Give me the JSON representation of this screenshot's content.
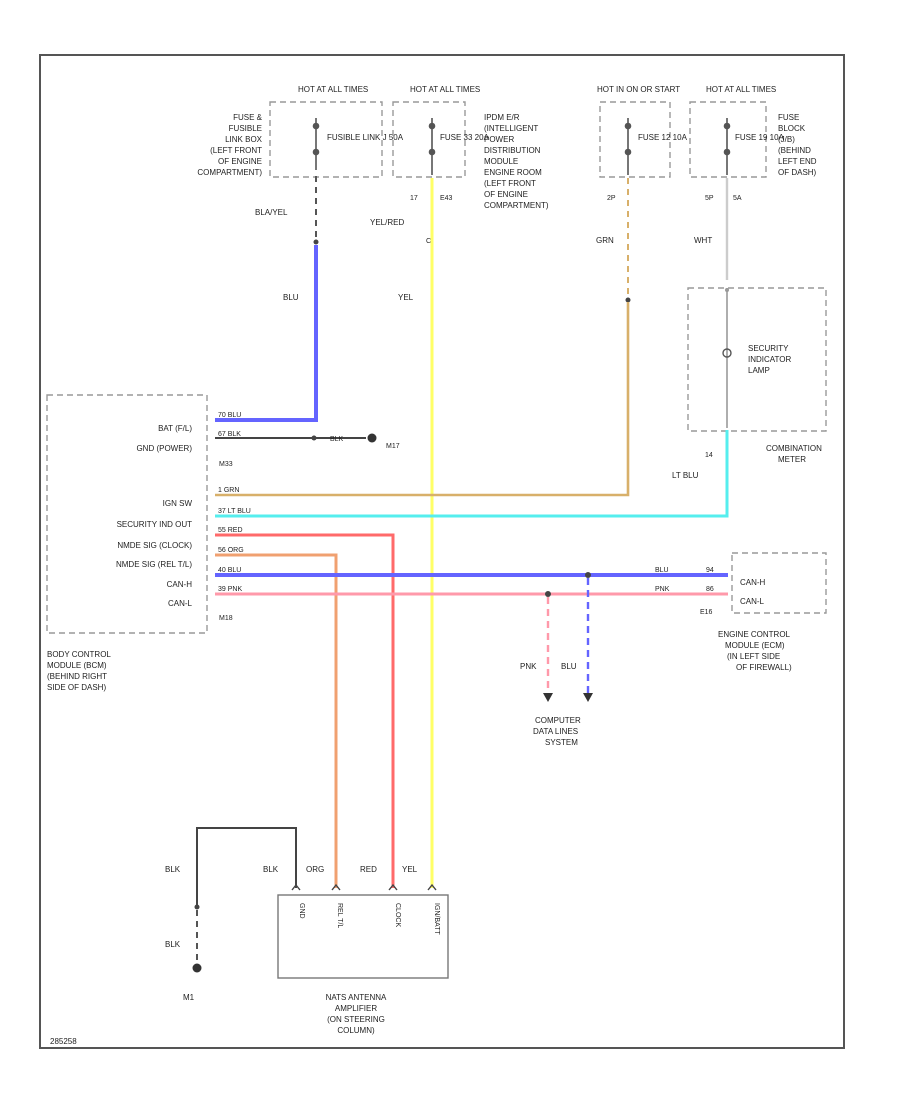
{
  "diagram_id": "285258",
  "colors": {
    "frame": "#555555",
    "blu": "#6464ff",
    "yel": "#ffff66",
    "grn": "#d8b06a",
    "lt_blu": "#55eeee",
    "red": "#ff6a6a",
    "org": "#f0a070",
    "pnk": "#ff99aa",
    "blk": "#444444",
    "wht": "#cccccc"
  },
  "power_sources": [
    {
      "header": "HOT AT ALL TIMES",
      "fuse": "FUSIBLE LINK J 50A"
    },
    {
      "header": "HOT AT ALL TIMES",
      "fuse": "FUSE 33 20A"
    },
    {
      "header": "HOT IN ON OR START",
      "fuse": "FUSE 12 10A"
    },
    {
      "header": "HOT AT ALL TIMES",
      "fuse": "FUSE 19 10A"
    }
  ],
  "fuse_box_labels": {
    "left": [
      "FUSE &",
      "FUSIBLE",
      "LINK BOX",
      "(LEFT FRONT",
      "OF ENGINE",
      "COMPARTMENT)"
    ],
    "ipdm": [
      "IPDM E/R",
      "(INTELLIGENT",
      "POWER",
      "DISTRIBUTION",
      "MODULE",
      "ENGINE ROOM",
      "(LEFT FRONT",
      "OF ENGINE",
      "COMPARTMENT)"
    ],
    "right": [
      "FUSE",
      "BLOCK",
      "(J/B)",
      "(BEHIND",
      "LEFT END",
      "OF DASH)"
    ]
  },
  "ipdm_pins": [
    "17",
    "E43"
  ],
  "fuse_pins": [
    "2P",
    "5P",
    "5A"
  ],
  "wire_labels": {
    "bla_yel": "BLA/YEL",
    "yel_red": "YEL/RED",
    "c": "C",
    "blu": "BLU",
    "yel": "YEL",
    "grn": "GRN",
    "wht": "WHT",
    "lt_blu": "LT BLU",
    "pnk": "PNK",
    "blk": "BLK",
    "red": "RED",
    "org": "ORG"
  },
  "bcm": {
    "pins": [
      "BAT (F/L)",
      "GND (POWER)",
      "IGN SW",
      "SECURITY IND OUT",
      "NMDE SIG (CLOCK)",
      "NMDE SIG (REL T/L)",
      "CAN-H",
      "CAN-L"
    ],
    "pin_labels": [
      "70 BLU",
      "67 BLK",
      "1 GRN",
      "37 LT BLU",
      "55 RED",
      "56 ORG",
      "40 BLU",
      "39 PNK"
    ],
    "connectors": [
      "M33",
      "M18"
    ],
    "label": [
      "BODY CONTROL",
      "MODULE (BCM)",
      "(BEHIND RIGHT",
      "SIDE OF DASH)"
    ]
  },
  "ground_bcm": {
    "wire": "BLK",
    "label": "M17"
  },
  "combination_meter": {
    "inner_label": [
      "SECURITY",
      "INDICATOR",
      "LAMP"
    ],
    "label": [
      "COMBINATION",
      "METER"
    ],
    "pin": "14"
  },
  "ecm": {
    "pins": [
      "CAN-H",
      "CAN-L"
    ],
    "pin_labels": [
      "94",
      "86"
    ],
    "wire_labels": [
      "BLU",
      "PNK"
    ],
    "connector": "E16",
    "label": [
      "ENGINE CONTROL",
      "MODULE (ECM)",
      "(IN LEFT SIDE",
      "OF FIREWALL)"
    ]
  },
  "data_lines": {
    "label": [
      "COMPUTER",
      "DATA LINES",
      "SYSTEM"
    ]
  },
  "amplifier": {
    "pins": [
      "GND",
      "REL T/L",
      "CLOCK",
      "IGN/BATT"
    ],
    "label": [
      "NATS ANTENNA",
      "AMPLIFIER",
      "(ON STEERING",
      "COLUMN)"
    ]
  },
  "ground_amp": {
    "label": "M1"
  }
}
